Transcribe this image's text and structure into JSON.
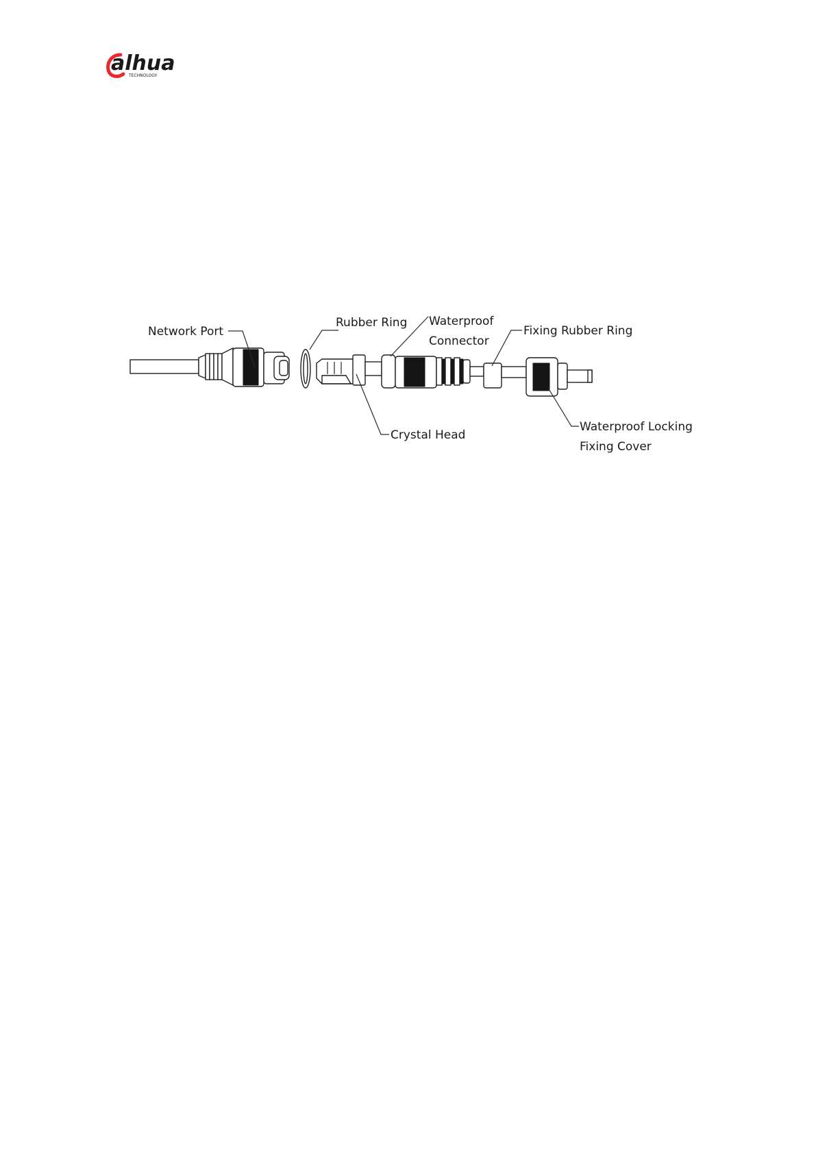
{
  "header": {
    "logo": {
      "brand": "alhua",
      "tagline": "TECHNOLOGY",
      "color": "#e8292f",
      "text_color": "#1a1a1a"
    }
  },
  "figure": {
    "labels": {
      "network_port": "Network Port",
      "rubber_ring": "Rubber Ring",
      "waterproof_connector_1": "Waterproof",
      "waterproof_connector_2": "Connector",
      "fixing_rubber_ring": "Fixing Rubber Ring",
      "crystal_head": "Crystal Head",
      "locking_cover_1": "Waterproof Locking",
      "locking_cover_2": "Fixing Cover"
    }
  }
}
